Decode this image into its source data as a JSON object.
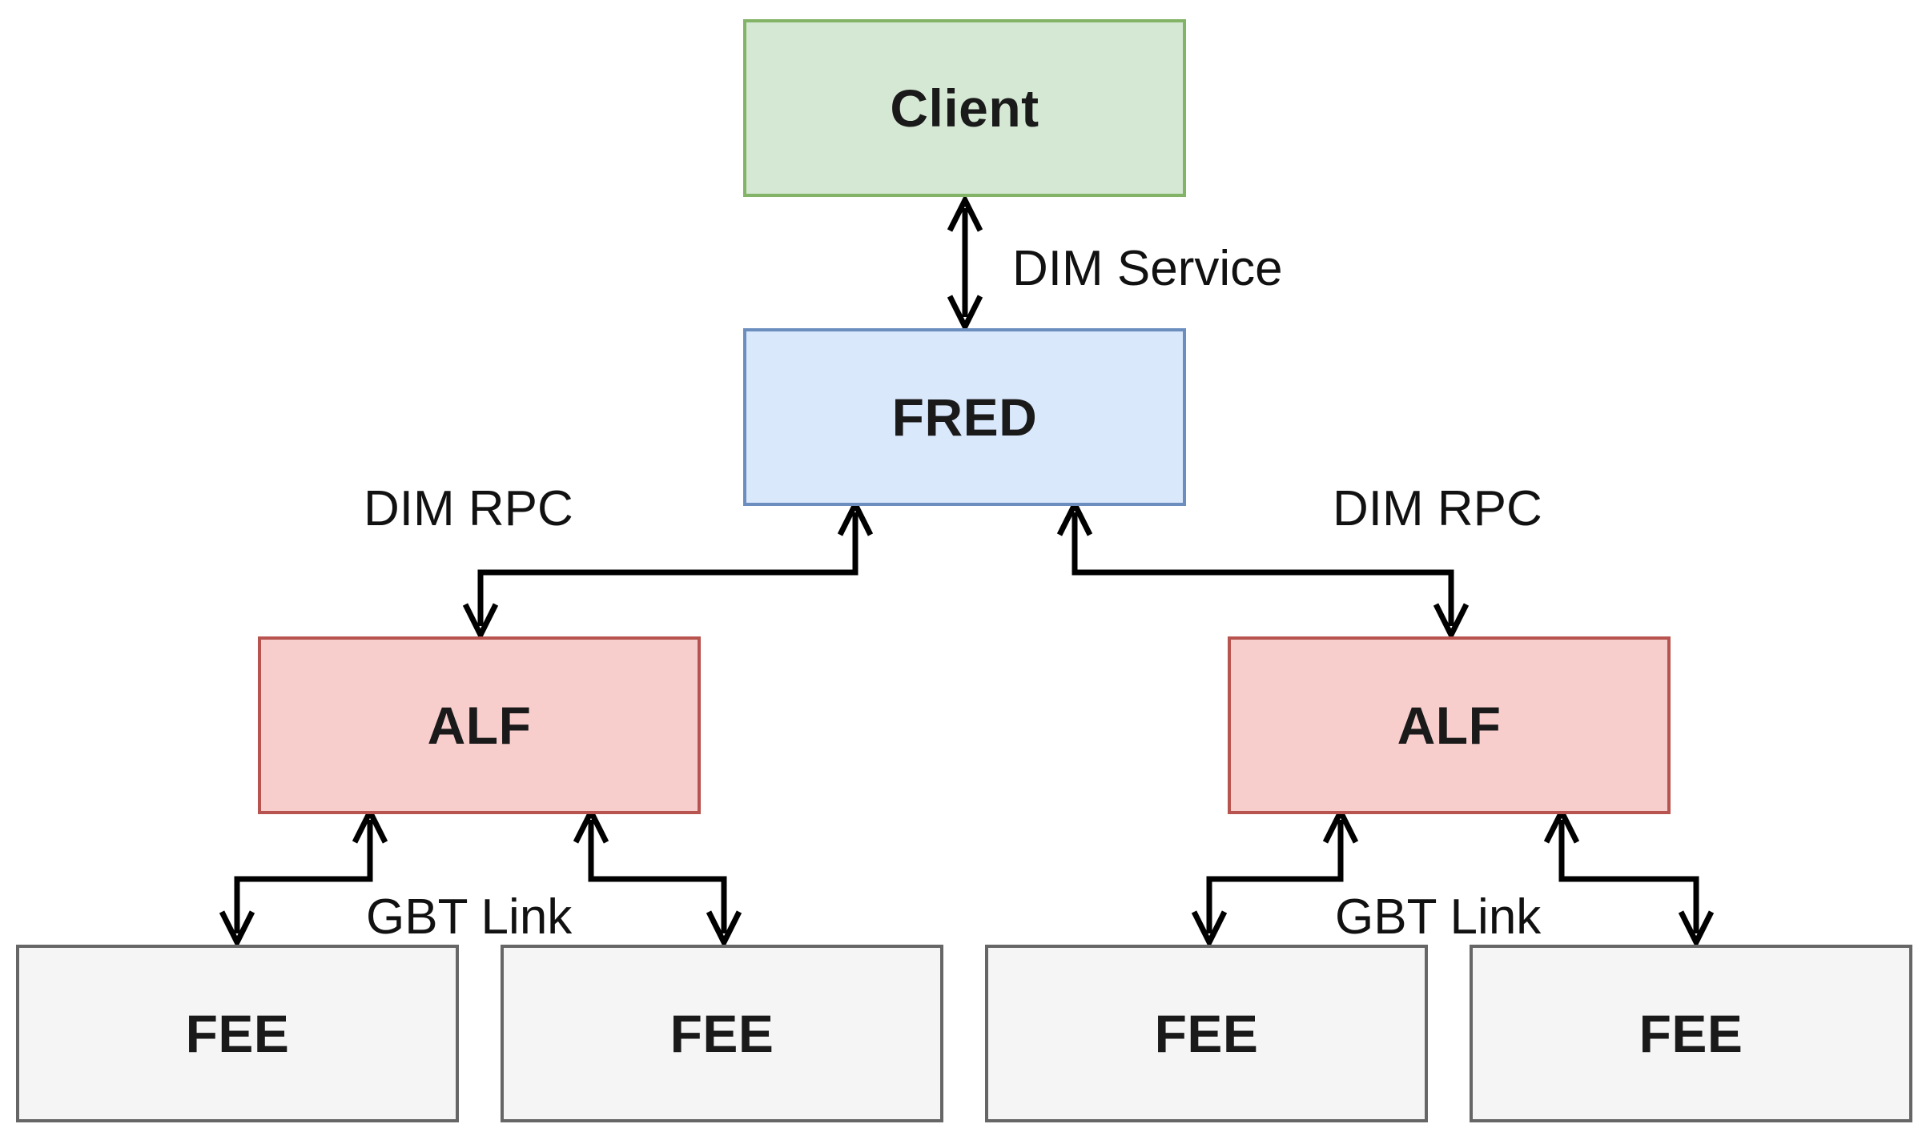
{
  "nodes": {
    "client": {
      "label": "Client",
      "fill": "#d5e8d4",
      "stroke": "#82b366"
    },
    "fred": {
      "label": "FRED",
      "fill": "#dae8fc",
      "stroke": "#6c8ebf"
    },
    "alf_left": {
      "label": "ALF",
      "fill": "#f8cecc",
      "stroke": "#b85450"
    },
    "alf_right": {
      "label": "ALF",
      "fill": "#f8cecc",
      "stroke": "#b85450"
    },
    "fee_1": {
      "label": "FEE",
      "fill": "#f5f5f5",
      "stroke": "#666666"
    },
    "fee_2": {
      "label": "FEE",
      "fill": "#f5f5f5",
      "stroke": "#666666"
    },
    "fee_3": {
      "label": "FEE",
      "fill": "#f5f5f5",
      "stroke": "#666666"
    },
    "fee_4": {
      "label": "FEE",
      "fill": "#f5f5f5",
      "stroke": "#666666"
    }
  },
  "edges": {
    "client_fred": {
      "label": "DIM Service",
      "from": "Client",
      "to": "FRED",
      "bidirectional": true
    },
    "fred_alf_left": {
      "label": "DIM RPC",
      "from": "FRED",
      "to": "ALF",
      "bidirectional": true
    },
    "fred_alf_right": {
      "label": "DIM RPC",
      "from": "FRED",
      "to": "ALF",
      "bidirectional": true
    },
    "alf_left_fee": {
      "label": "GBT Link",
      "from": "ALF",
      "to": "FEE",
      "bidirectional": true
    },
    "alf_right_fee": {
      "label": "GBT Link",
      "from": "ALF",
      "to": "FEE",
      "bidirectional": true
    }
  },
  "colors": {
    "connector": "#000000",
    "text": "#1a1a1a"
  }
}
